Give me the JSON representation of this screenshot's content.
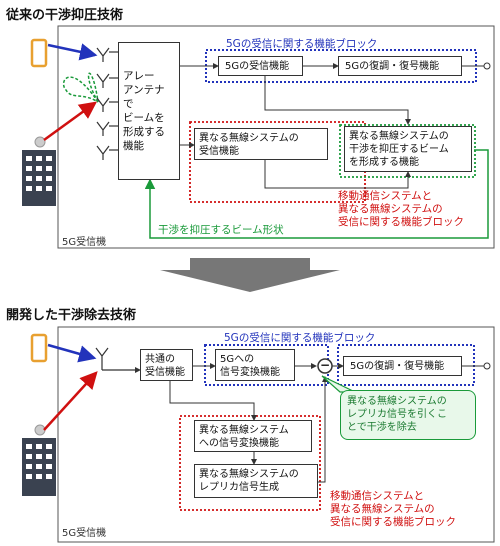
{
  "top": {
    "title": "従来の干渉抑圧技術",
    "array_label": "アレー\nアンテナで\nビームを\n形成する\n機能",
    "group_5g_label": "5Gの受信に関する機能ブロック",
    "rx_5g": "5Gの受信機能",
    "decode": "5Gの復調・復号機能",
    "other_rx": "異なる無線システムの\n受信機能",
    "beam_former": "異なる無線システムの\n干渉を抑圧するビーム\nを形成する機能",
    "group_other_label": "移動通信システムと\n異なる無線システムの\n受信に関する機能ブロック",
    "beam_shape_label": "干渉を抑圧するビーム形状",
    "receiver_label": "5G受信機"
  },
  "bottom": {
    "title": "開発した干渉除去技術",
    "common_rx": "共通の\n受信機能",
    "group_5g_label": "5Gの受信に関する機能ブロック",
    "convert_5g": "5Gへの\n信号変換機能",
    "decode": "5Gの復調・復号機能",
    "convert_other": "異なる無線システム\nへの信号変換機能",
    "replica_gen": "異なる無線システムの\nレプリカ信号生成",
    "callout": "異なる無線システムの\nレプリカ信号を引くこ\nとで干渉を除去",
    "group_other_label": "移動通信システムと\n異なる無線システムの\n受信に関する機能ブロック",
    "receiver_label": "5G受信機",
    "minus_symbol": "−"
  },
  "colors": {
    "blue": "#2233bb",
    "red": "#d01010",
    "green": "#1a9a3a",
    "phone": "#e8a030",
    "building": "#3a4250"
  }
}
